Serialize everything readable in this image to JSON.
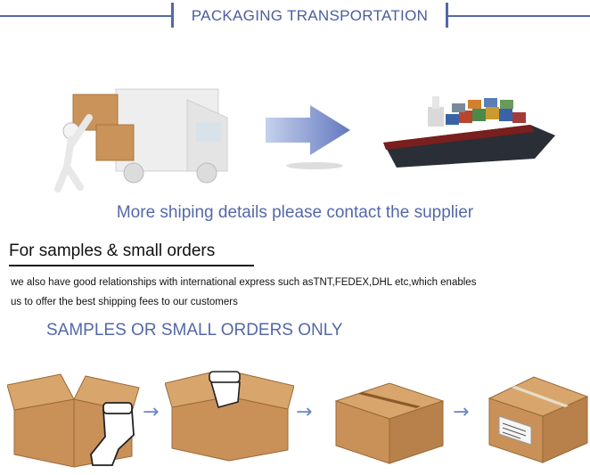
{
  "header": {
    "title": "PACKAGING TRANSPORTATION"
  },
  "contact_text": "More shiping details please contact the supplier",
  "samples": {
    "heading": "For samples & small orders",
    "description_line1": "we also have good relationships with international express such asTNT,FEDEX,DHL etc,which enables",
    "description_line2": "us to offer the best shipping fees to our customers",
    "subheading": "SAMPLES OR SMALL ORDERS ONLY"
  },
  "icons": [
    "truck-icon",
    "right-arrow-icon",
    "cargo-ship-icon",
    "arrow-right-icon",
    "open-box-socks-icon",
    "closed-box-icon",
    "labeled-box-icon"
  ],
  "colors": {
    "accent": "#5468a8",
    "box": "#c9935a"
  }
}
